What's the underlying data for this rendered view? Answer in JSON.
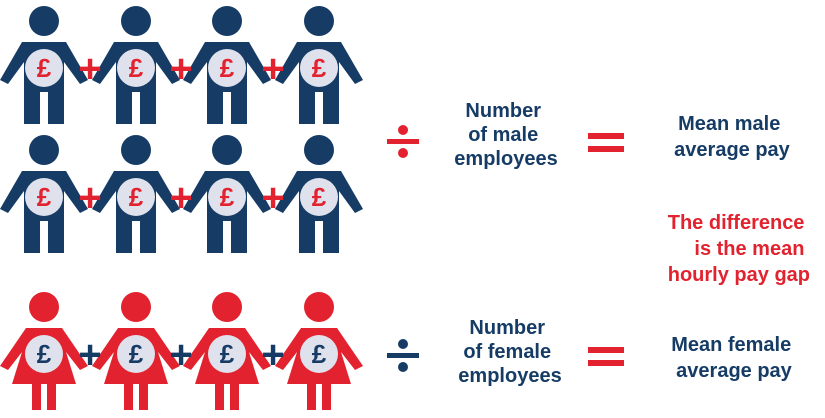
{
  "colors": {
    "male": "#163c66",
    "female": "#e2232f",
    "pound_circle": "#dfe1ec",
    "text_dark": "#163c66",
    "text_accent": "#e2232f"
  },
  "icons": {
    "person": "person-icon",
    "pound": "pound-sign-icon",
    "plus": "plus-icon",
    "divide": "divide-icon",
    "equals": "equals-icon"
  },
  "symbols": {
    "pound": "£",
    "plus": "+"
  },
  "male": {
    "count_label_lines": [
      "Number",
      "of male",
      "employees"
    ],
    "result_lines": [
      "Mean male",
      "average pay"
    ]
  },
  "female": {
    "count_label_lines": [
      "Number",
      "of female",
      "employees"
    ],
    "result_lines": [
      "Mean female",
      "average pay"
    ]
  },
  "difference_note_lines": [
    "The difference",
    "is the mean",
    "hourly pay gap"
  ]
}
